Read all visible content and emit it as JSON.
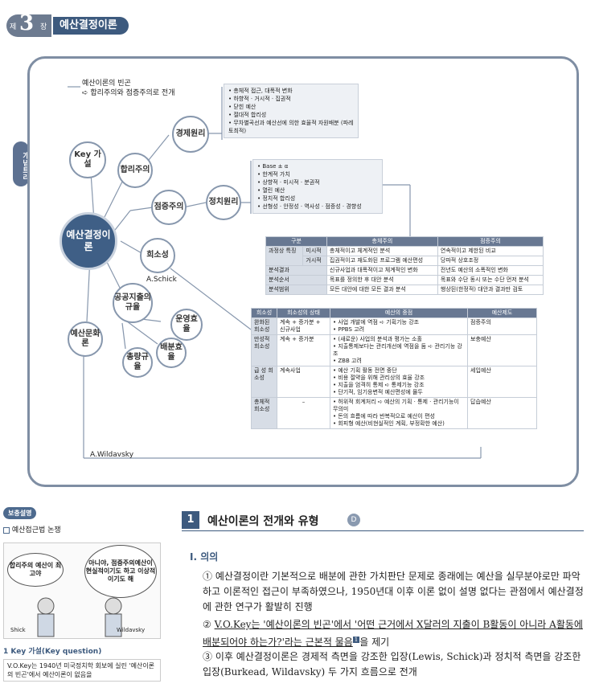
{
  "chapter": {
    "je": "제",
    "num": "3",
    "jang": "장",
    "title": "예산결정이론"
  },
  "side_tab": "개념트리",
  "tree": {
    "top_note_1": "예산이론의 빈곤",
    "top_note_2": "➪ 합리주의와 점증주의로 전개",
    "main": "예산결정이론",
    "key": "Key 가설",
    "rational": "합리주의",
    "econ": "경제원리",
    "incremental": "점증주의",
    "political": "정치원리",
    "satisfice": "희소성",
    "schick": "A.Schick",
    "public_spend": "공공지출의규율",
    "operational": "운영효율",
    "allocative": "배분효율",
    "aggregate": "총량규율",
    "culture": "예산문화론",
    "wildavsky": "A.Wildavsky",
    "econ_box": [
      "총체적 접근, 대폭적 변화",
      "하향적 · 거시적 · 집권적",
      "닫힌 예산",
      "절대적 합리성",
      "무차별곡선과 예산선에 의한 효율적 자원배분 (파레토최적)"
    ],
    "pol_box": [
      "Base ± α",
      "한계적 가치",
      "상향적 · 미시적 · 분권적",
      "열린 예산",
      "정치적 합리성",
      "선형성 · 안정성 · 역사성 · 점증성 · 경향성"
    ]
  },
  "table1": {
    "headers": [
      "구분",
      "총체주의",
      "점증주의"
    ],
    "rows": [
      [
        "과정상 특징",
        "미시적",
        "총체적이고 체계적인 분석",
        "연속적이고 제한된 비교"
      ],
      [
        "",
        "거시적",
        "집권적이고 재도화된 프로그램 예산편성",
        "당파적 상호조정"
      ],
      [
        "분석결과",
        "",
        "신규사업과 대폭적이고 체계적인 변화",
        "전년도 예산의 소폭적인 변화"
      ],
      [
        "분석순서",
        "",
        "목표를 정의한 후 대안 분석",
        "목표와 수단 동시 또는 수단 먼저 분석"
      ],
      [
        "분석범위",
        "",
        "모든 대안에 대한 모든 결과 분석",
        "행상된(한정적) 대안과 결과만 검토"
      ]
    ]
  },
  "table2": {
    "headers": [
      "희소성",
      "희소성의 상태",
      "예산의 중점",
      "예산제도"
    ],
    "rows": [
      {
        "type": "완화된 희소성",
        "state": "계속 + 증가분 + 신규사업",
        "focus": [
          "사업 개발에 역점 ➪ 기획기능 강조",
          "PPBS 고려"
        ],
        "system": "점증주의"
      },
      {
        "type": "만성적 희소성",
        "state": "계속 + 증가분",
        "focus": [
          "(새로운) 사업의 분석과 평가는 소홀",
          "지출통제보다는 관리개선에 역점을 둠 ➪ 관리기능 강조",
          "ZBB 고려"
        ],
        "system": "보충예산"
      },
      {
        "type": "급 성 희소성",
        "state": "계속사업",
        "focus": [
          "예산 기획 활동 전면 중단",
          "비용 절약을 위해 관리상의 효율 강조",
          "지출을 엄격히 통제 ➪ 통제기능 강조",
          "단기적, 임기응변적 예산편성에 몰두"
        ],
        "system": "세입예산"
      },
      {
        "type": "총체적 희소성",
        "state": "–",
        "focus": [
          "허위적 회계처리 ➪ 예산의 기획 · 통제 · 관리기능이 무의미",
          "돈의 흐름에 따라 반복적으로 예산이 편성",
          "회피형 예산(비현실적인 계획, 부정확한 예산)"
        ],
        "system": "답습예산"
      }
    ]
  },
  "aside": {
    "tag": "보충설명",
    "topic": "예산접근법 논쟁",
    "bubble1": "합리주의 예산이 최고야",
    "bubble2": "아니야, 점증주의예산이 현실적이기도 하고 이상적이기도 해",
    "name1": "Shick",
    "name2": "Wildavsky",
    "key_title": "1  Key 가설(Key question)",
    "key_text": "V.O.Key는 1940년 미국정치학 회보에 실린 '예산이론의 빈곤'에서 예산이론이 없음을"
  },
  "section": {
    "num": "1",
    "title": "예산이론의 전개와 유형",
    "badge": "D",
    "sub": "Ⅰ. 의의",
    "p1_mark": "①",
    "p1": "예산결정이란 기본적으로 배분에 관한 가치판단 문제로 종래에는 예산을 실무분야로만 파악하고 이론적인 접근이 부족하였으나, 1950년대 이후 이론 없이 설명 없다는 관점에서 예산결정에 관한 연구가 활발히 진행",
    "p2_mark": "②",
    "p2": "V.O.Key는 '예산이론의 빈곤'에서 '어떤 근거에서 X달러의 지출이 B활동이 아니라 A활동에 배분되어야 하는가?'라는 근본적 물음",
    "p2_tail": "을 제기",
    "p2_sup": "1",
    "p3_mark": "③",
    "p3": "이후 예산결정이론은 경제적 측면을 강조한 입장(Lewis, Schick)과 정치적 측면을 강조한 입장(Burkead, Wildavsky) 두 가지 흐름으로 전개"
  }
}
